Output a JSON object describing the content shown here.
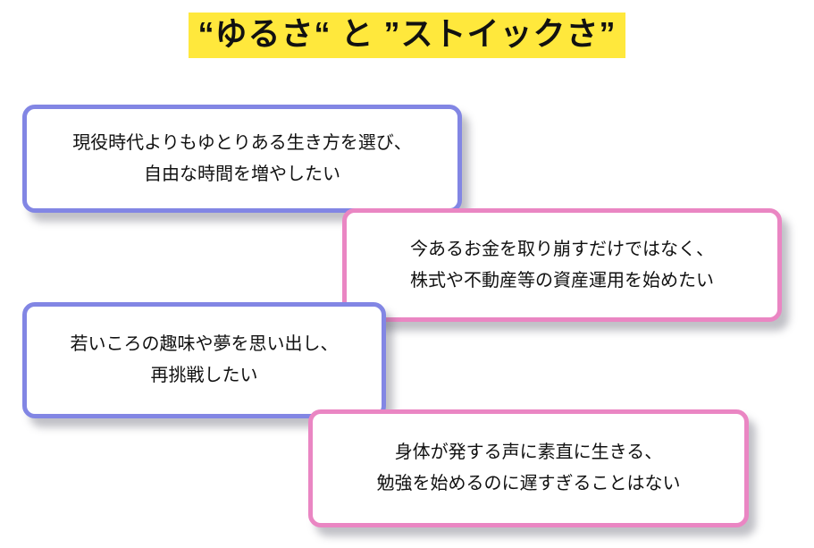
{
  "title": {
    "text": "“ゆるさ“ と ”ストイックさ”"
  },
  "colors": {
    "highlight": "#ffe83c",
    "violet": "#8286e4",
    "pink": "#ea86c3"
  },
  "cards": [
    {
      "style": "violet",
      "lines": [
        "現役時代よりもゆとりある生き方を選び、",
        "自由な時間を増やしたい"
      ]
    },
    {
      "style": "pink",
      "lines": [
        "今あるお金を取り崩すだけではなく、",
        "株式や不動産等の資産運用を始めたい"
      ]
    },
    {
      "style": "violet",
      "lines": [
        "若いころの趣味や夢を思い出し、",
        "再挑戦したい"
      ]
    },
    {
      "style": "pink",
      "lines": [
        "身体が発する声に素直に生きる、",
        "勉強を始めるのに遅すぎることはない"
      ]
    }
  ]
}
